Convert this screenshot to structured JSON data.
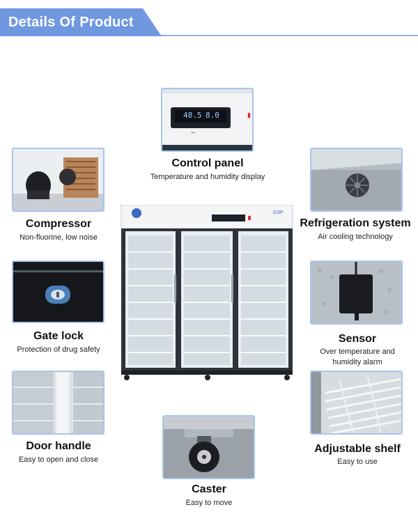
{
  "header": {
    "title": "Details Of Product"
  },
  "features": {
    "control_panel": {
      "title": "Control panel",
      "subtitle": "Temperature and humidity display",
      "display_left": "48.5",
      "display_right": "8.0"
    },
    "compressor": {
      "title": "Compressor",
      "subtitle": "Non-fluorine, low noise"
    },
    "refrigeration": {
      "title": "Refrigeration system",
      "subtitle": "Air cooling technology"
    },
    "gate_lock": {
      "title": "Gate lock",
      "subtitle": "Protection of drug safety"
    },
    "sensor": {
      "title": "Sensor",
      "subtitle_line1": "Over temperature and",
      "subtitle_line2": "humidity alarm"
    },
    "door_handle": {
      "title": "Door handle",
      "subtitle": "Easy to open and close"
    },
    "adjustable_shelf": {
      "title": "Adjustable shelf",
      "subtitle": "Easy to use"
    },
    "caster": {
      "title": "Caster",
      "subtitle": "Easy to move"
    }
  },
  "fridge": {
    "brand_label": "GSP"
  },
  "colors": {
    "accent": "#6f98e0",
    "border": "#a7c4ec",
    "header_line": "#8fb2e8"
  }
}
